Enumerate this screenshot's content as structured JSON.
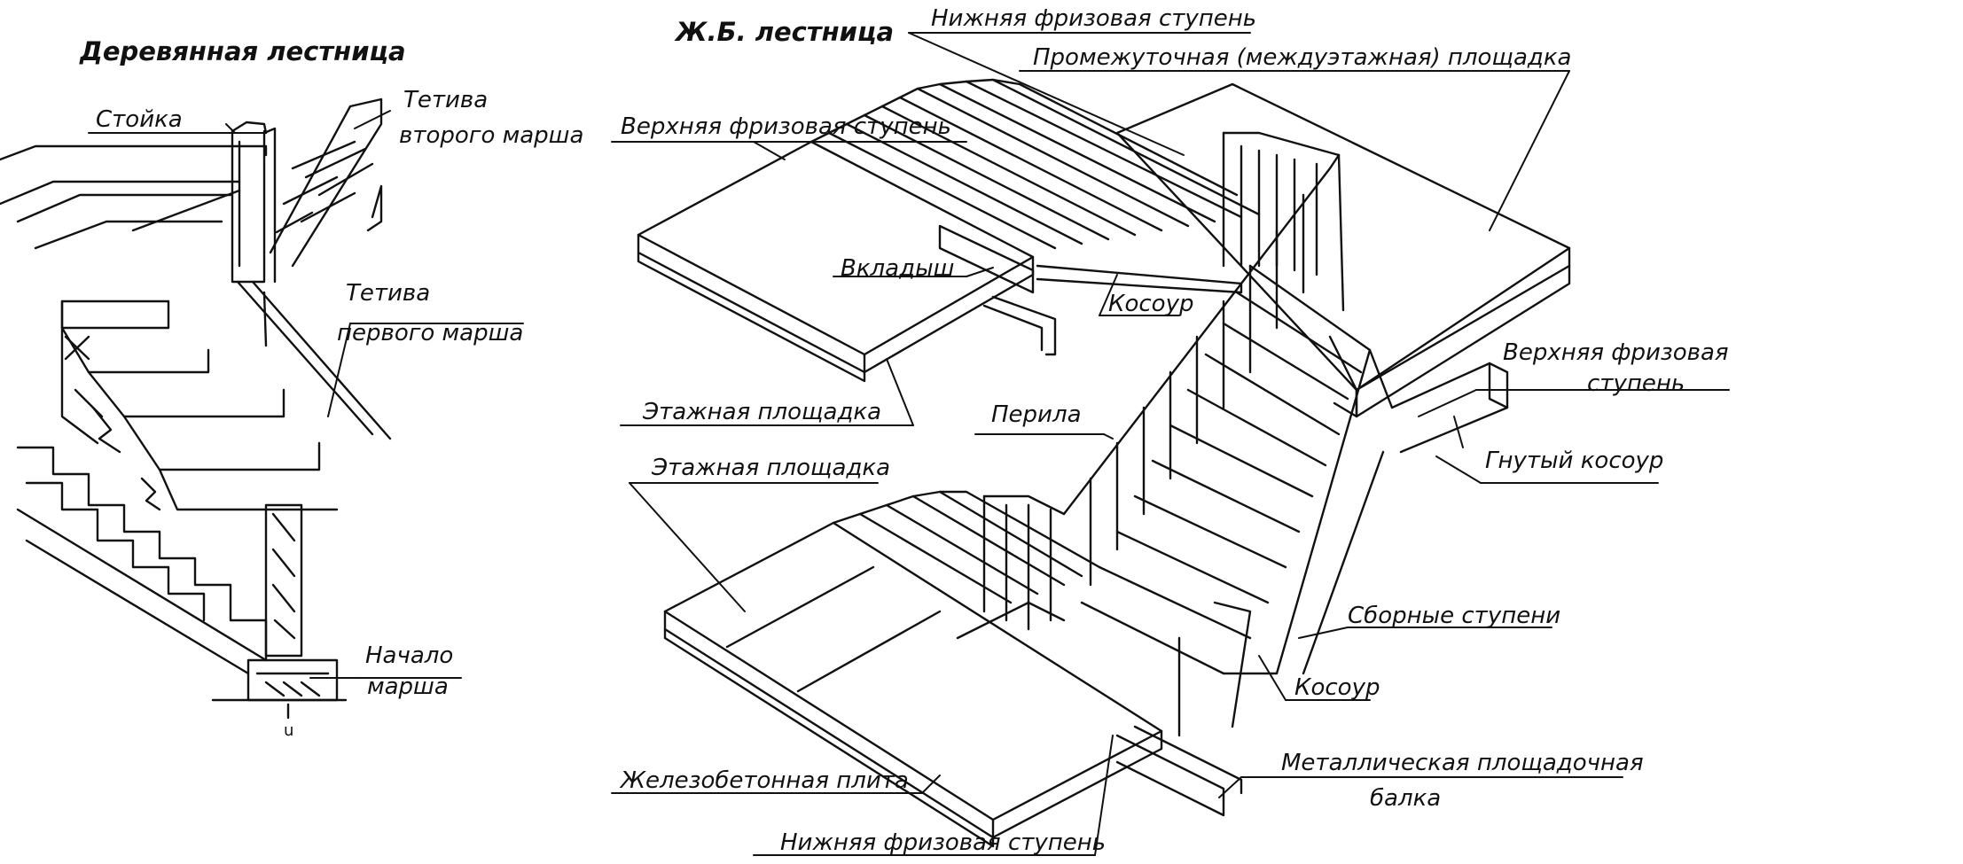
{
  "titles": {
    "wooden": "Деревянная лестница",
    "concrete": "Ж.Б. лестница"
  },
  "wooden": {
    "post": "Стойка",
    "stringer2_line1": "Тетива",
    "stringer2_line2": "второго марша",
    "stringer1_line1": "Тетива",
    "stringer1_line2": "первого марша",
    "start_line1": "Начало",
    "start_line2": "марша"
  },
  "concrete": {
    "lower_frieze_top": "Нижняя фризовая ступень",
    "intermediate_landing": "Промежуточная (междуэтажная) площадка",
    "upper_frieze_left": "Верхняя фризовая ступень",
    "insert": "Вкладыш",
    "stringer_upper": "Косоур",
    "floor_landing_upper": "Этажная площадка",
    "upper_frieze_right_line1": "Верхняя фризовая",
    "upper_frieze_right_line2": "ступень",
    "railing": "Перила",
    "bent_stringer": "Гнутый косоур",
    "floor_landing_lower": "Этажная площадка",
    "prefab_steps": "Сборные ступени",
    "stringer_lower": "Косоур",
    "metal_beam_line1": "Металлическая площадочная",
    "metal_beam_line2": "балка",
    "rc_slab": "Железобетонная плита",
    "lower_frieze_bottom": "Нижняя фризовая ступень"
  }
}
